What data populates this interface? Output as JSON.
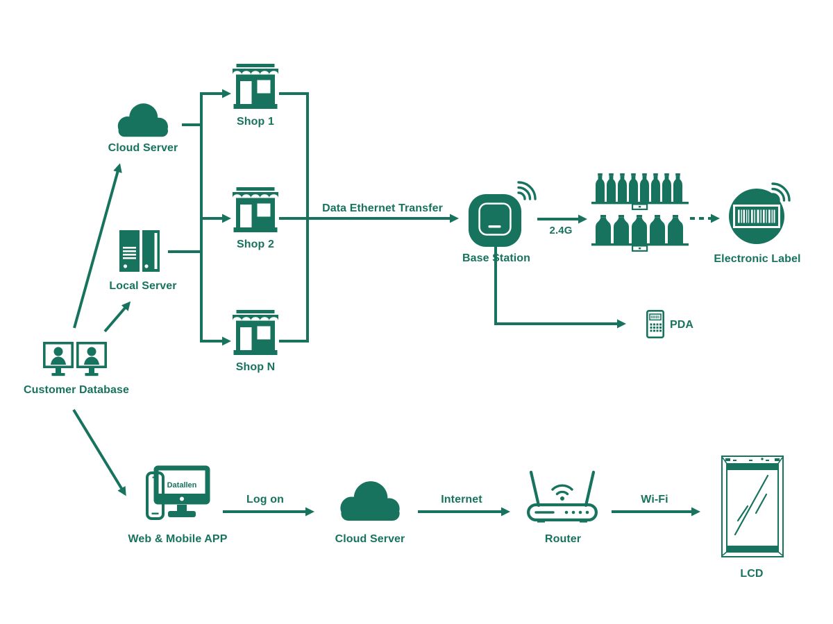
{
  "colors": {
    "primary": "#17735E",
    "background": "#FFFFFF"
  },
  "diagram": {
    "nodes": {
      "cloud_server_top": {
        "label": "Cloud Server",
        "icon": "cloud-icon"
      },
      "local_server": {
        "label": "Local Server",
        "icon": "server-towers-icon"
      },
      "customer_database": {
        "label": "Customer Database",
        "icon": "dual-monitors-users-icon"
      },
      "shop_1": {
        "label": "Shop 1",
        "icon": "storefront-icon"
      },
      "shop_2": {
        "label": "Shop 2",
        "icon": "storefront-icon"
      },
      "shop_n": {
        "label": "Shop N",
        "icon": "storefront-icon"
      },
      "base_station": {
        "label": "Base Station",
        "icon": "access-point-wireless-icon"
      },
      "product_shelves": {
        "icon": "bottle-shelves-esl-tag-icon"
      },
      "electronic_label": {
        "label": "Electronic Label",
        "icon": "barcode-circle-wireless-icon"
      },
      "pda": {
        "label": "PDA",
        "icon": "handheld-pda-icon"
      },
      "web_mobile_app": {
        "label": "Web & Mobile APP",
        "screen_text": "Datallen",
        "icon": "desktop-and-phone-icon"
      },
      "cloud_server_bottom": {
        "label": "Cloud Server",
        "icon": "cloud-icon"
      },
      "router": {
        "label": "Router",
        "icon": "wifi-router-icon"
      },
      "lcd": {
        "label": "LCD",
        "icon": "lcd-panel-icon"
      }
    },
    "edge_labels": {
      "data_ethernet_transfer": "Data Ethernet Transfer",
      "frequency": "2.4G",
      "log_on": "Log on",
      "internet": "Internet",
      "wifi": "Wi-Fi"
    }
  }
}
